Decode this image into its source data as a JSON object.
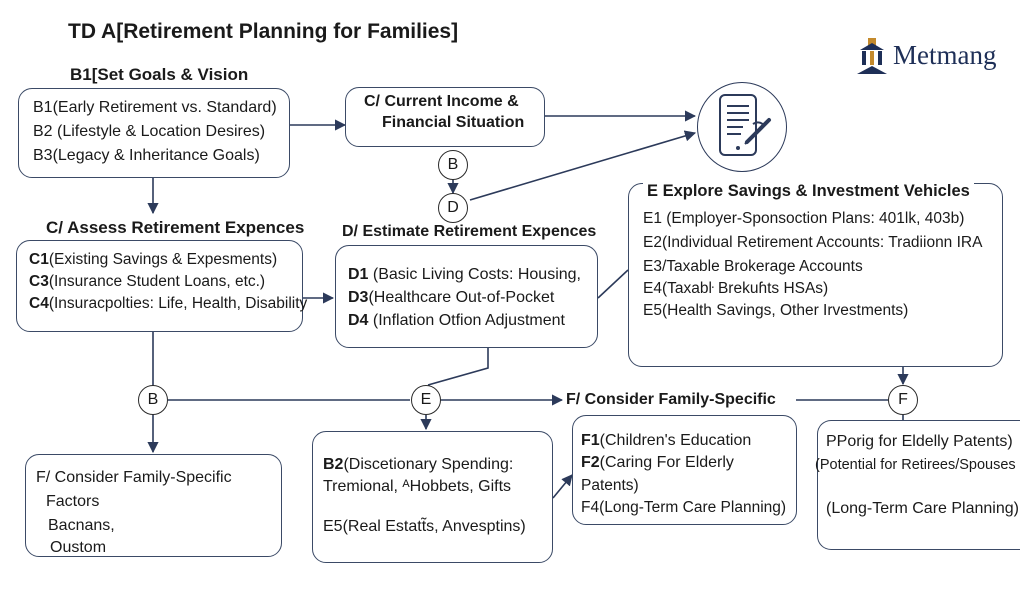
{
  "title": "TD A[Retirement Planning for Families]",
  "logo": {
    "text": "Metmang",
    "icon": "temple-building-icon",
    "color": "#1e2f57"
  },
  "colors": {
    "line": "#2c3a5a",
    "box_border": "#3b4a66"
  },
  "device_icon": "tablet-document-pen-icon",
  "b1": {
    "heading": "B1[Set Goals & Vision",
    "lines": [
      "B1(Early Retirement vs. Standard)",
      "B2 (Lifestyle & Location Desires)",
      "B3(Legacy & Inheritance Goals)"
    ]
  },
  "c_income": {
    "line1": "C/ Current Income &",
    "line2": "Financial Situation"
  },
  "c_assess": {
    "heading": "C/ Assess Retirement Expences",
    "lines": [
      {
        "code": "C1",
        "text": "(Existing Savings & Expesments)"
      },
      {
        "code": "C3",
        "text": "(Insurance Student Loans, etc.)"
      },
      {
        "code": "C4",
        "text": "(Insuracpolties: Life, Health, Disability"
      }
    ]
  },
  "d_estimate": {
    "heading": "D/ Estimate Retirement Expences",
    "lines": [
      {
        "code": "D1",
        "text": " (Basic Living Costs: Housing,"
      },
      {
        "code": "D3",
        "text": "(Healthcare Out-of-Pocket"
      },
      {
        "code": "D4",
        "text": " (Inflation Otfion Adjustment"
      }
    ]
  },
  "e_explore": {
    "heading": "E Explore Savings & Investment Vehicles",
    "lines": [
      "E1 (Employer-Sponsoction Plans: 401lk, 403b)",
      "E2(Individual Retirement Accounts: Tradiionn IRA",
      "E3/Taxable Brokerage Accounts",
      "E4(Taxabŀ Brekuɦts HSAs)",
      "E5(Health Savings, Other Irvestments)"
    ]
  },
  "f_label": "F/ Consider Family-Specific",
  "f_box_left": {
    "lines": [
      "F/ Consider Family-Specific",
      "Factors",
      "Bacnans,",
      "Oustom"
    ]
  },
  "b2_box": {
    "lines": [
      {
        "code": "B2",
        "text": "(Discetionary Spending:"
      },
      {
        "code": "",
        "text": "Tremional, ᴬHobbets, Gifts"
      },
      {
        "code": "",
        "text": ""
      },
      {
        "code": "",
        "text": "E5(Real Estatt̃s, Anvesptins)"
      }
    ]
  },
  "f1_box": {
    "lines": [
      {
        "code": "F1",
        "text": "(Children's Education"
      },
      {
        "code": "F2",
        "text": "(Caring For Elderly"
      },
      {
        "code": "",
        "text": "Patents)"
      },
      {
        "code": "",
        "text": "F4(Long-Term Care Planning)"
      }
    ]
  },
  "p_box": {
    "lines": [
      "PPorig for Eldelly Patents)",
      "(Potential for Retirees/Spouses",
      "",
      "(Long-Term Care Planning)"
    ]
  },
  "nodes": {
    "b_top": "B",
    "d_small": "D",
    "b_mid": "B",
    "e_mid": "E",
    "f_mid": "F"
  }
}
